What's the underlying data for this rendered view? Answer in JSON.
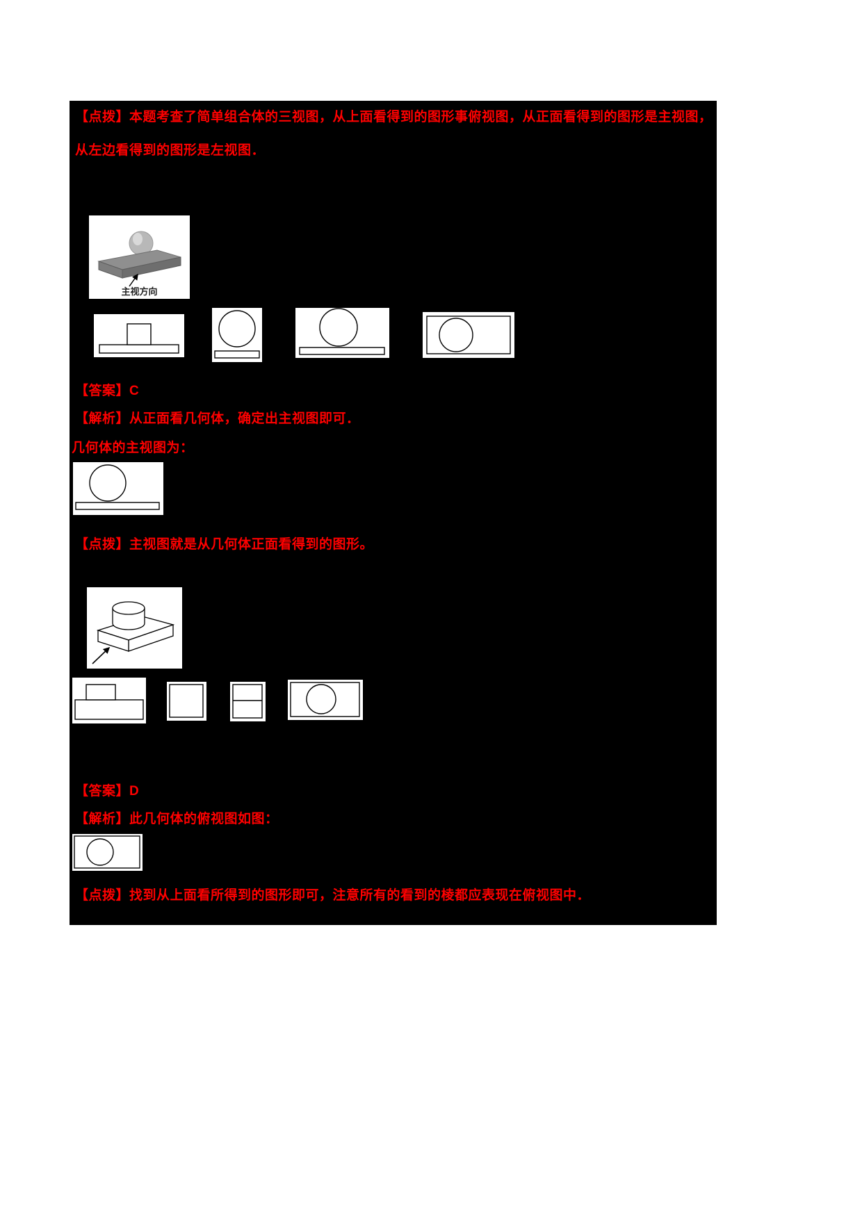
{
  "colors": {
    "page_bg": "#ffffff",
    "panel_bg": "#000000",
    "text": "#ff0000",
    "figure_bg": "#ffffff",
    "line": "#000000",
    "slab_gray": "#8f8f8f"
  },
  "q1": {
    "tip": "【点拨】本题考查了简单组合体的三视图，从上面看得到的图形事俯视图，从正面看得到的图形是主视图，从左边看得到的图形是左视图．",
    "figure_caption": "主视方向",
    "answer": "【答案】C",
    "analysis": "【解析】从正面看几何体，确定出主视图即可．",
    "view_lead_in": "几何体的主视图为：",
    "tip_after": "【点拨】主视图就是从几何体正面看得到的图形。"
  },
  "q2": {
    "answer": "【答案】D",
    "analysis": "【解析】此几何体的俯视图如图：",
    "tip": "【点拨】找到从上面看所得到的图形即可，注意所有的看到的棱都应表现在俯视图中．"
  }
}
